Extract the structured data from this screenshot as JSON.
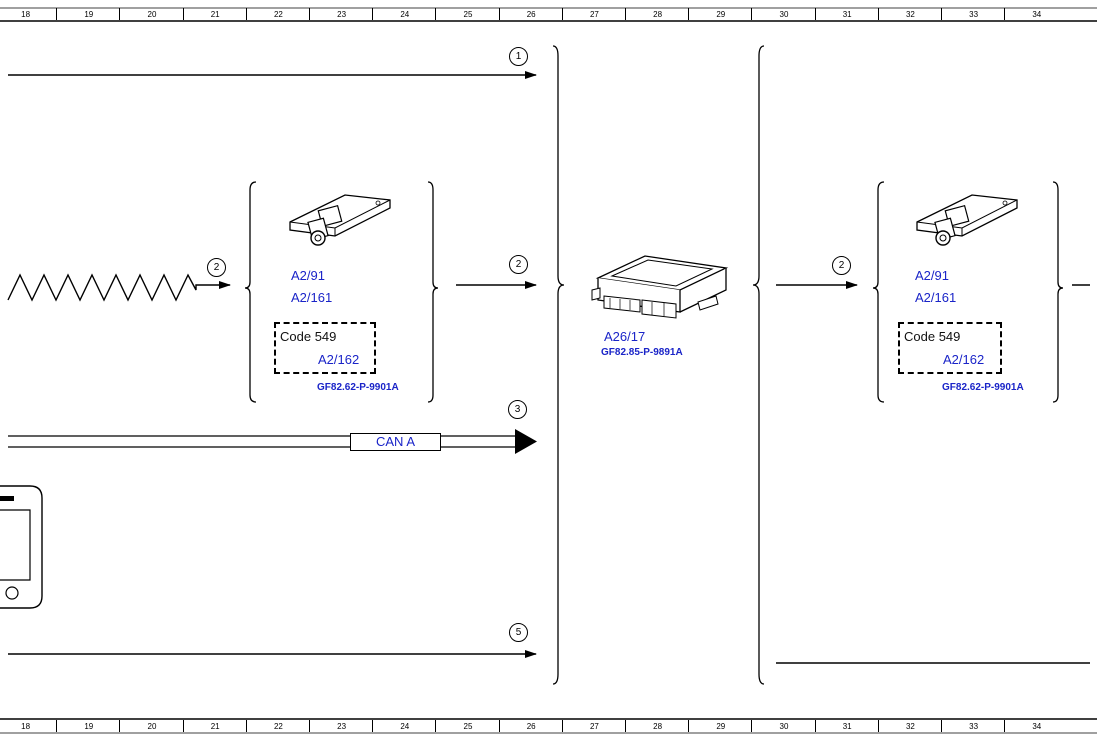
{
  "ruler": {
    "columns": [
      "18",
      "19",
      "20",
      "21",
      "22",
      "23",
      "24",
      "25",
      "26",
      "27",
      "28",
      "29",
      "30",
      "31",
      "32",
      "33",
      "34"
    ]
  },
  "callouts": {
    "c1": "1",
    "c2a": "2",
    "c2b": "2",
    "c2c": "2",
    "c3": "3",
    "c5": "5"
  },
  "group_left": {
    "label_a": "A2/91",
    "label_b": "A2/161",
    "code": "Code 549",
    "code_label": "A2/162",
    "doc_ref": "GF82.62-P-9901A"
  },
  "center_module": {
    "label": "A26/17",
    "doc_ref": "GF82.85-P-9891A"
  },
  "group_right": {
    "label_a": "A2/91",
    "label_b": "A2/161",
    "code": "Code 549",
    "code_label": "A2/162",
    "doc_ref": "GF82.62-P-9901A"
  },
  "bus": {
    "label": "CAN A"
  },
  "colors": {
    "label_blue": "#1a24c8",
    "line": "#000000"
  }
}
